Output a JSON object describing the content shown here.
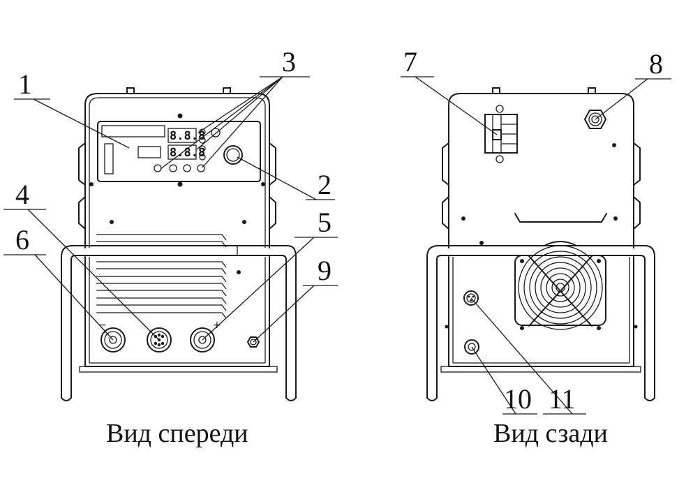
{
  "captions": {
    "front": "Вид спереди",
    "rear": "Вид сзади"
  },
  "callouts": {
    "c1": "1",
    "c2": "2",
    "c3": "3",
    "c4": "4",
    "c5": "5",
    "c6": "6",
    "c7": "7",
    "c8": "8",
    "c9": "9",
    "c10": "10",
    "c11": "11"
  },
  "terminals": {
    "minus": "−",
    "plus": "+"
  },
  "displays": {
    "top": "8.8.8",
    "bottom": "8.8.8"
  }
}
